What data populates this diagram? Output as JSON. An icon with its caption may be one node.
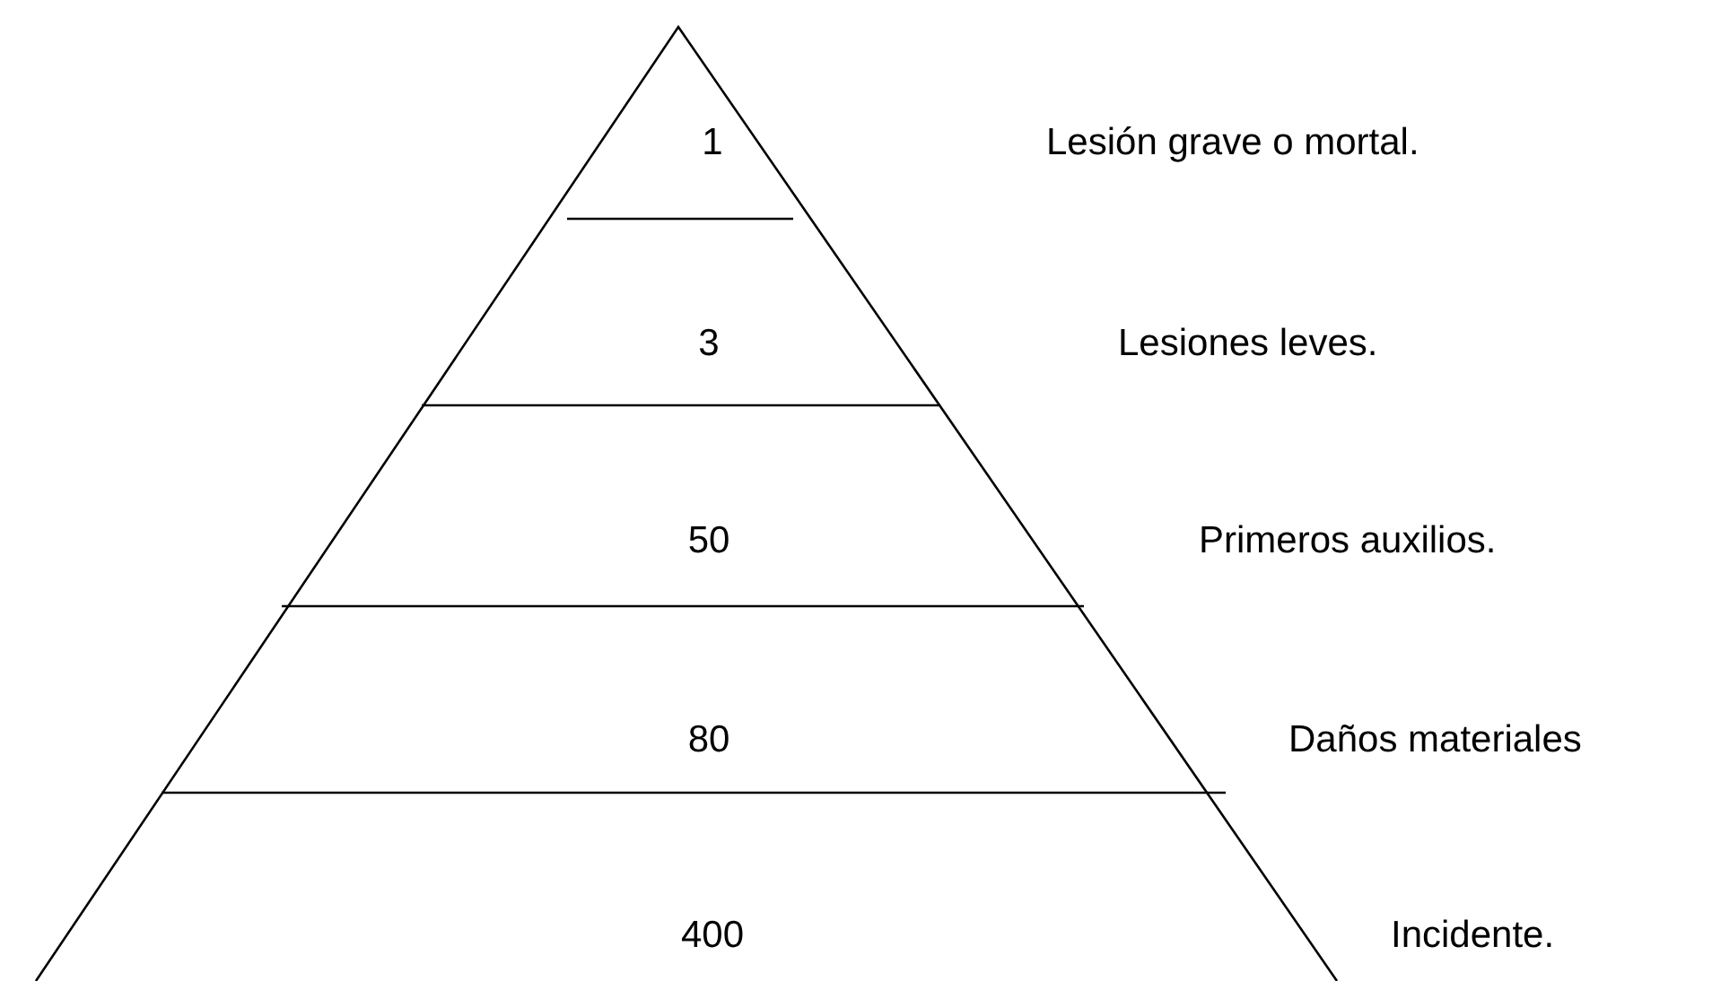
{
  "diagram": {
    "nodes": [
      {
        "text": [
          "1"
        ],
        "beside": [
          "Lesión grave o mortal."
        ]
      },
      {
        "text": [
          "3"
        ],
        "beside": [
          "Lesiones leves."
        ]
      },
      {
        "text": [
          "50"
        ],
        "beside": [
          "Primeros auxilios."
        ]
      },
      {
        "text": [
          "80"
        ],
        "beside": [
          "Daños materiales"
        ]
      },
      {
        "text": [
          "400"
        ],
        "beside": [
          "Incidente."
        ]
      }
    ]
  }
}
